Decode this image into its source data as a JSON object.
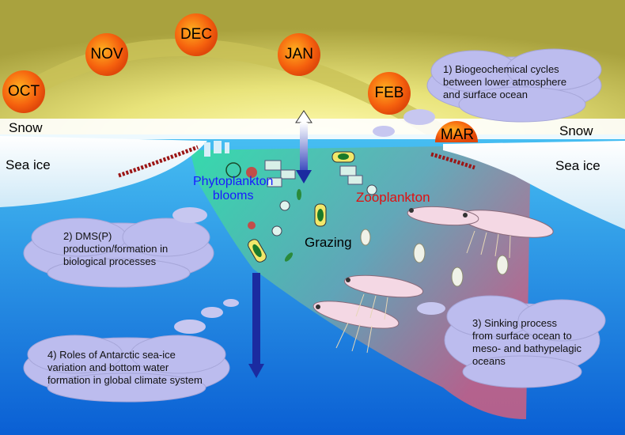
{
  "months": [
    "OCT",
    "NOV",
    "DEC",
    "JAN",
    "FEB",
    "MAR"
  ],
  "labels": {
    "snow_left": "Snow",
    "snow_right": "Snow",
    "sea_ice_left": "Sea ice",
    "sea_ice_right": "Sea ice",
    "phytoplankton": "Phytoplankton\nblooms",
    "zooplankton": "Zooplankton",
    "grazing": "Grazing"
  },
  "clouds": {
    "c1": "1) Biogeochemical cycles\nbetween lower atmosphere\nand surface ocean",
    "c2": "2) DMS(P)\nproduction/formation in\nbiological processes",
    "c3": "3) Sinking process\nfrom surface ocean to\nmeso- and bathypelagic\noceans",
    "c4": "4) Roles of Antarctic sea-ice\nvariation and bottom water\nformation in global climate system"
  },
  "colors": {
    "sky_top": "#b9b04a",
    "sky_glow": "#fff6a0",
    "ocean_top": "#3db4ef",
    "ocean_bottom": "#0d63d6",
    "sun": "#f25a0c",
    "phyto_label": "#1a1aff",
    "zoo_label": "#e01010",
    "arrow": "#1b2ba0",
    "cloud": "#b9b9ec"
  }
}
